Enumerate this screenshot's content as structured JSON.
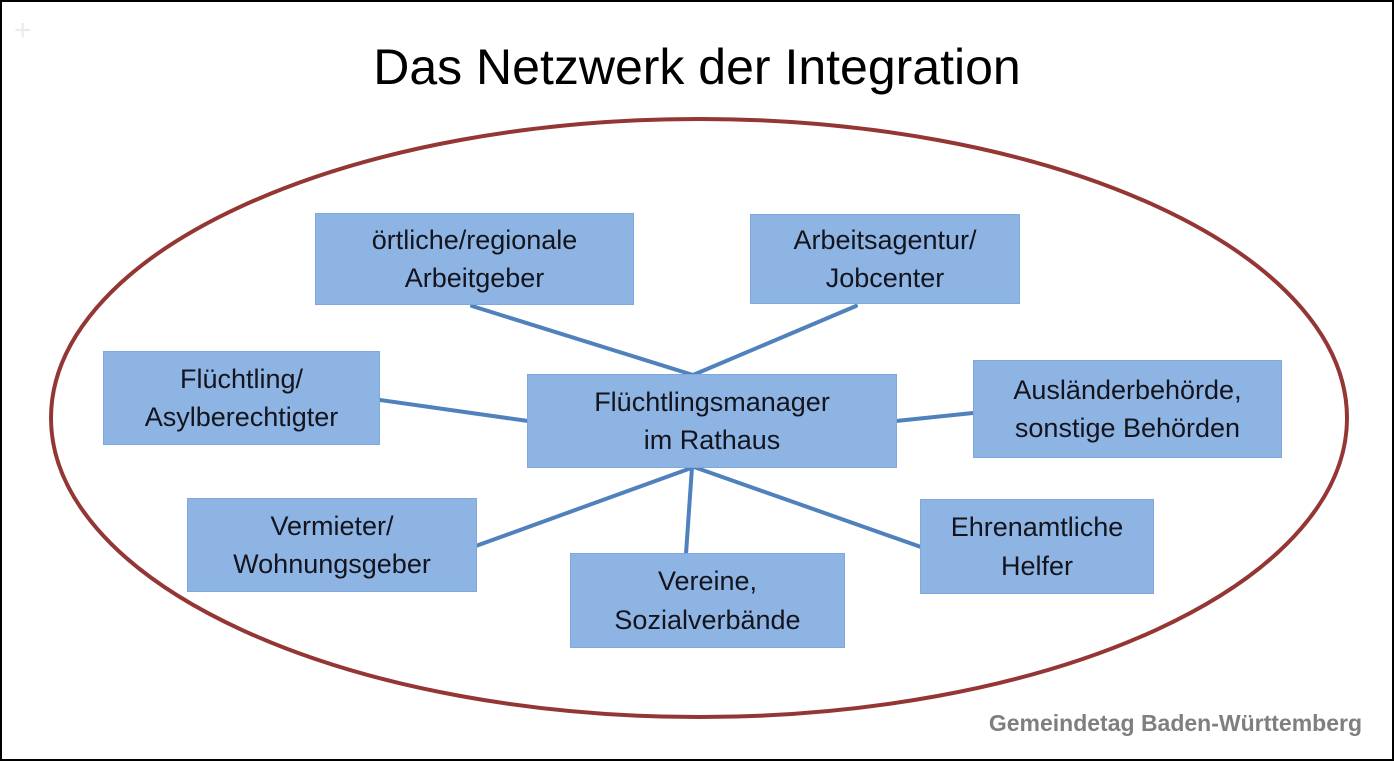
{
  "title": "Das Netzwerk der Integration",
  "watermark_plus": "+",
  "footer": {
    "credit": "Gemeindetag Baden-Württemberg"
  },
  "colors": {
    "node_fill": "#8DB4E2",
    "node_border": "#7FA8DC",
    "connector": "#4F81BD",
    "ellipse_stroke": "#943634",
    "node_text": "#14141e",
    "title_text": "#000000",
    "footer_text": "#7F7F7F"
  },
  "diagram": {
    "type": "hub-and-spoke network",
    "center_node": {
      "id": "fluechtlingsmanager-im-rathaus",
      "label": "Flüchtlingsmanager\nim Rathaus"
    },
    "nodes": [
      {
        "id": "oertliche-regionale-arbeitgeber",
        "label": "örtliche/regionale\nArbeitgeber"
      },
      {
        "id": "arbeitsagentur-jobcenter",
        "label": "Arbeitsagentur/\nJobcenter"
      },
      {
        "id": "fluechtling-asylberechtigter",
        "label": "Flüchtling/\nAsylberechtigter"
      },
      {
        "id": "auslaenderbehoerde-sonstige-behoerden",
        "label": "Ausländerbehörde,\nsonstige Behörden"
      },
      {
        "id": "vermieter-wohnungsgeber",
        "label": "Vermieter/\nWohnungsgeber"
      },
      {
        "id": "vereine-sozialverbaende",
        "label": "Vereine,\nSozialverbände"
      },
      {
        "id": "ehrenamtliche-helfer",
        "label": "Ehrenamtliche\nHelfer"
      }
    ],
    "edges": [
      {
        "from": "fluechtlingsmanager-im-rathaus",
        "to": "oertliche-regionale-arbeitgeber"
      },
      {
        "from": "fluechtlingsmanager-im-rathaus",
        "to": "arbeitsagentur-jobcenter"
      },
      {
        "from": "fluechtlingsmanager-im-rathaus",
        "to": "fluechtling-asylberechtigter"
      },
      {
        "from": "fluechtlingsmanager-im-rathaus",
        "to": "auslaenderbehoerde-sonstige-behoerden"
      },
      {
        "from": "fluechtlingsmanager-im-rathaus",
        "to": "vermieter-wohnungsgeber"
      },
      {
        "from": "fluechtlingsmanager-im-rathaus",
        "to": "vereine-sozialverbaende"
      },
      {
        "from": "fluechtlingsmanager-im-rathaus",
        "to": "ehrenamtliche-helfer"
      }
    ]
  }
}
